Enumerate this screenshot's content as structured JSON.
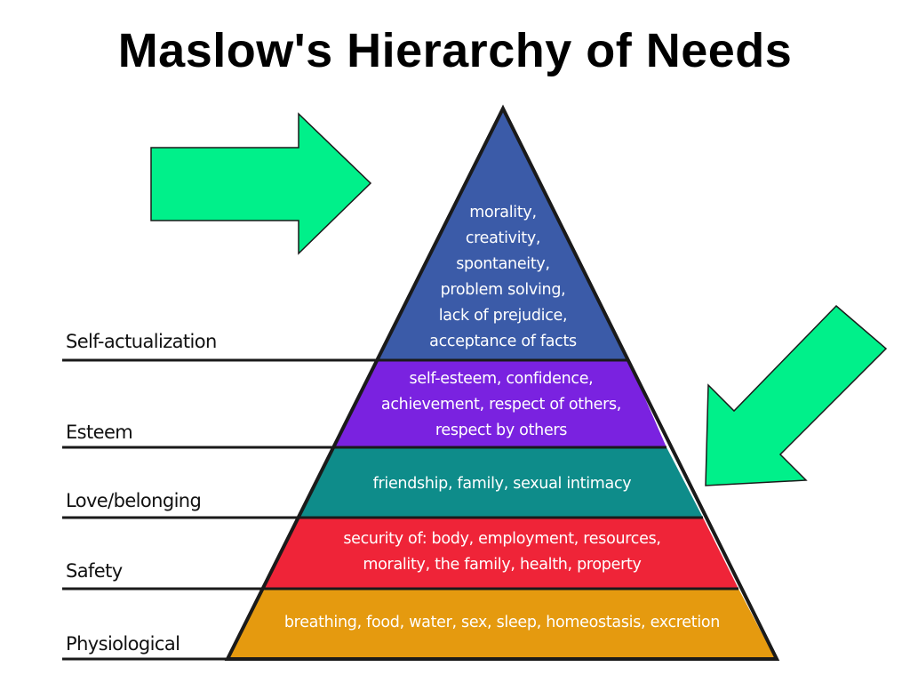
{
  "title": "Maslow's Hierarchy of Needs",
  "levels": [
    {
      "name": "Self-actualization",
      "description": "morality,\ncreativity,\nspontaneity,\nproblem solving,\nlack of prejudice,\nacceptance of facts",
      "color": "#3b5ba8"
    },
    {
      "name": "Esteem",
      "description": "self-esteem, confidence,\nachievement, respect of others,\nrespect by others",
      "color": "#7a22e0"
    },
    {
      "name": "Love/belonging",
      "description": "friendship, family, sexual intimacy",
      "color": "#0e8c8a"
    },
    {
      "name": "Safety",
      "description": "security of: body, employment, resources,\nmorality, the family, health, property",
      "color": "#ef2438"
    },
    {
      "name": "Physiological",
      "description": "breathing, food, water, sex, sleep, homeostasis, excretion",
      "color": "#e59a0f"
    }
  ],
  "colors": {
    "arrow": "#00f08a",
    "arrow_stroke": "#1a1a1a",
    "outline": "#1a1a1a"
  }
}
